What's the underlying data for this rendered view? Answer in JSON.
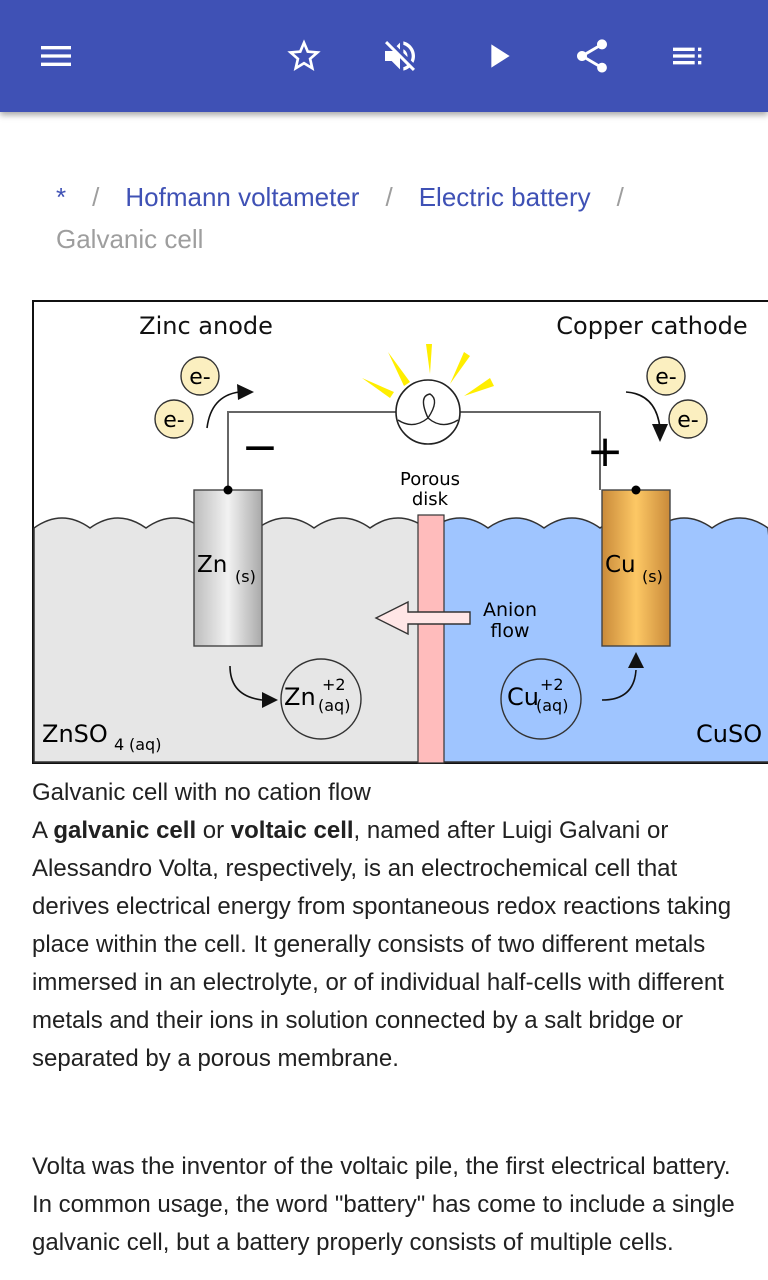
{
  "appbar": {
    "color": "#3f51b5",
    "buttons": [
      {
        "name": "menu",
        "icon": "hamburger-menu-icon"
      },
      {
        "name": "bookmark",
        "icon": "star-outline-icon"
      },
      {
        "name": "mute",
        "icon": "volume-off-icon"
      },
      {
        "name": "play",
        "icon": "play-icon"
      },
      {
        "name": "share",
        "icon": "share-icon"
      },
      {
        "name": "contents",
        "icon": "list-icon"
      }
    ]
  },
  "breadcrumb": {
    "items": [
      "*",
      "Hofmann voltameter",
      "Electric battery"
    ],
    "separator": "/",
    "current": "Galvanic cell"
  },
  "figure": {
    "labels": {
      "zinc_anode": "Zinc anode",
      "copper_cathode": "Copper cathode",
      "electron": "e-",
      "minus": "−",
      "plus": "+",
      "porous": "Porous",
      "disk": "disk",
      "zn": "Zn",
      "zn_state": "(s)",
      "cu": "Cu",
      "cu_state": "(s)",
      "anion": "Anion",
      "flow": "flow",
      "zn_ion": "Zn",
      "cu_ion": "Cu",
      "ion_charge": "+2",
      "ion_state": "(aq)",
      "znso4": "ZnSO",
      "so4_sub": "4",
      "aq": "(aq)",
      "cuso4": "CuSO"
    },
    "colors": {
      "zinc_solution": "#e6e6e6",
      "copper_solution": "#9fc5ff",
      "porous_disk": "#ffbcbc",
      "electron": "#fbefc0",
      "light_rays": "#ffee00"
    }
  },
  "caption": "Galvanic cell with no cation flow",
  "paragraph1": {
    "a": "A ",
    "term1": "galvanic cell",
    "or": " or ",
    "term2": "voltaic cell",
    "rest": ", named after Luigi Galvani or Alessandro Volta, respectively, is an electrochemical cell that derives electrical energy from spontaneous redox reactions taking place within the cell. It generally consists of two different metals immersed in an electrolyte, or of individual half-cells with different metals and their ions in solution connected by a salt bridge or separated by a porous membrane."
  },
  "paragraph2": "Volta was the inventor of the voltaic pile, the first electrical battery. In common usage, the word \"battery\" has come to include a single galvanic cell, but a battery properly consists of multiple cells."
}
